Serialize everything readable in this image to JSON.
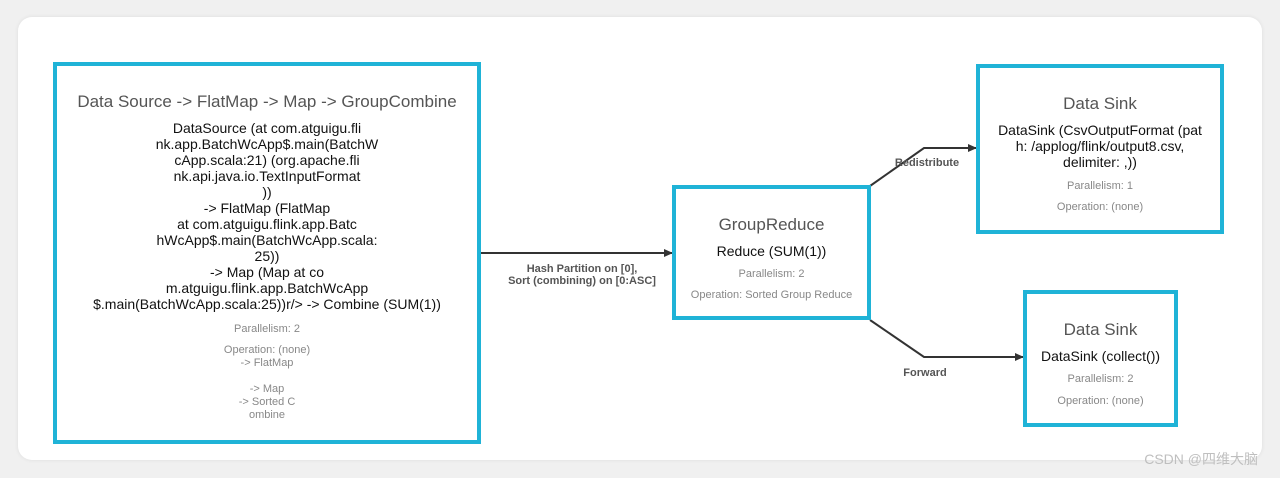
{
  "nodes": {
    "source": {
      "title": "Data Source -> FlatMap -> Map -> GroupCombine",
      "body": "DataSource (at com.atguigu.fli\nnk.app.BatchWcApp$.main(BatchW\ncApp.scala:21) (org.apache.fli\nnk.api.java.io.TextInputFormat\n))\n-> FlatMap (FlatMap\nat com.atguigu.flink.app.Batc\nhWcApp$.main(BatchWcApp.scala:\n25))\n-> Map (Map at co\nm.atguigu.flink.app.BatchWcApp\n$.main(BatchWcApp.scala:25))r/> -> Combine (SUM(1))",
      "parallelism": "Parallelism: 2",
      "operation": "Operation: (none)\n-> FlatMap\n\n-> Map\n-> Sorted C\nombine"
    },
    "reduce": {
      "title": "GroupReduce",
      "body": "Reduce (SUM(1))",
      "parallelism": "Parallelism: 2",
      "operation": "Operation: Sorted Group Reduce"
    },
    "sink_csv": {
      "title": "Data Sink",
      "body": "DataSink (CsvOutputFormat (pat\nh: /applog/flink/output8.csv,\ndelimiter: ,))",
      "parallelism": "Parallelism: 1",
      "operation": "Operation: (none)"
    },
    "sink_collect": {
      "title": "Data Sink",
      "body": "DataSink (collect())",
      "parallelism": "Parallelism: 2",
      "operation": "Operation: (none)"
    }
  },
  "edges": {
    "hash_line1": "Hash Partition on [0],",
    "hash_line2": "Sort (combining) on [0:ASC]",
    "redistribute": "Redistribute",
    "forward": "Forward"
  },
  "watermark": "CSDN @四维大脑"
}
